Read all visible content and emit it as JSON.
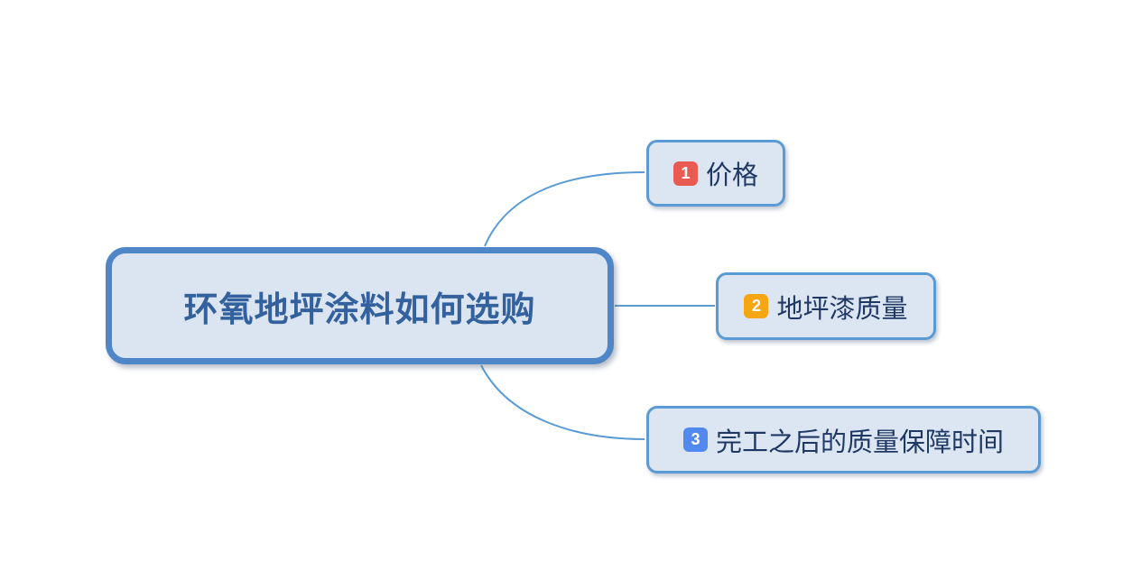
{
  "diagram": {
    "type": "mindmap",
    "root": {
      "label": "环氧地坪涂料如何选购"
    },
    "branches": [
      {
        "index": "1",
        "label": "价格",
        "badge_color": "#e95b52"
      },
      {
        "index": "2",
        "label": "地坪漆质量",
        "badge_color": "#f7a613"
      },
      {
        "index": "3",
        "label": "完工之后的质量保障时间",
        "badge_color": "#5289f0"
      }
    ],
    "colors": {
      "background": "#ffffff",
      "root_border": "#4e86c8",
      "branch_border": "#5b9bd5",
      "node_fill": "#dce6f2",
      "root_text": "#33619e",
      "branch_text": "#1f3864",
      "connector": "#5b9bd5",
      "badge_text": "#ffffff"
    }
  }
}
